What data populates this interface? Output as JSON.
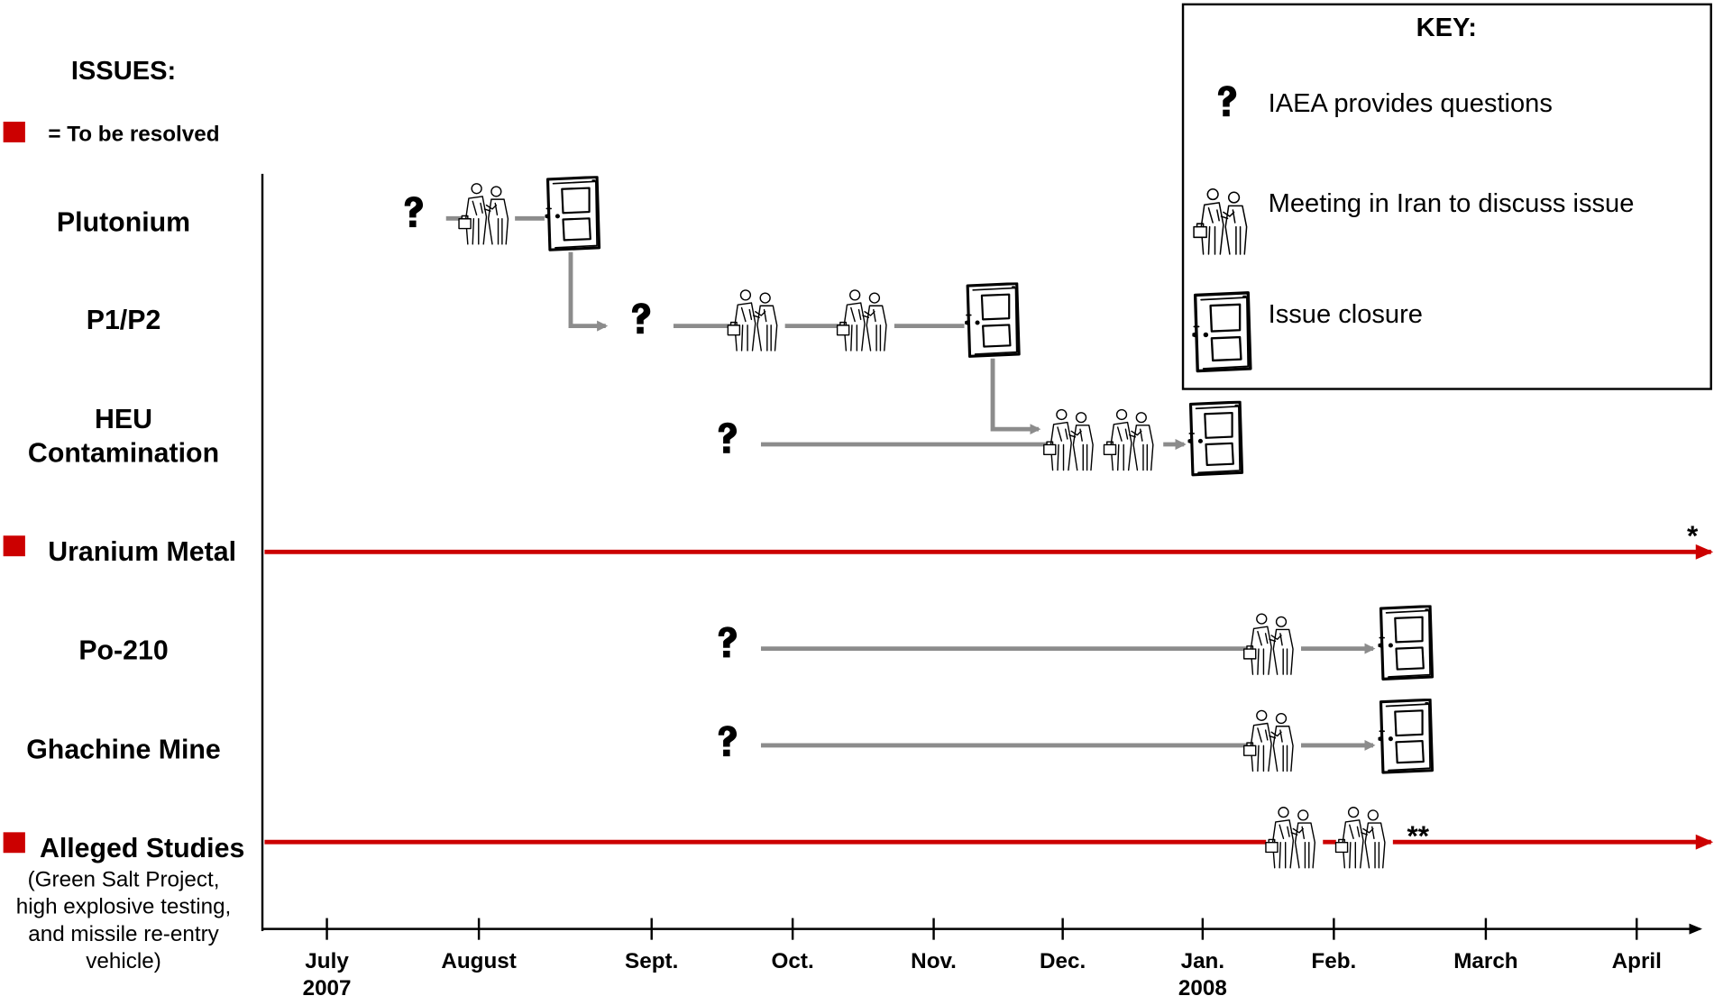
{
  "issues_header": "ISSUES:",
  "legend_note": "= To be resolved",
  "colors": {
    "resolved_line": "#8c8c8c",
    "unresolved_line": "#cc0000",
    "marker": "#cc0000",
    "axis": "#000000"
  },
  "issues": [
    {
      "id": "plutonium",
      "lines": [
        "Plutonium"
      ],
      "to_be_resolved": false
    },
    {
      "id": "p1p2",
      "lines": [
        "P1/P2"
      ],
      "to_be_resolved": false
    },
    {
      "id": "heu",
      "lines": [
        "HEU",
        "Contamination"
      ],
      "to_be_resolved": false
    },
    {
      "id": "uranium",
      "lines": [
        "Uranium Metal"
      ],
      "to_be_resolved": true,
      "end_note": "*"
    },
    {
      "id": "po210",
      "lines": [
        "Po-210"
      ],
      "to_be_resolved": false
    },
    {
      "id": "ghachine",
      "lines": [
        "Ghachine Mine"
      ],
      "to_be_resolved": false
    },
    {
      "id": "alleged",
      "lines": [
        "Alleged Studies"
      ],
      "to_be_resolved": true,
      "end_note": "**",
      "sub_lines": [
        "(Green Salt Project,",
        "high explosive testing,",
        "and missile re-entry",
        "vehicle)"
      ]
    }
  ],
  "months": [
    {
      "label": "July",
      "year": "2007"
    },
    {
      "label": "August",
      "year": ""
    },
    {
      "label": "Sept.",
      "year": ""
    },
    {
      "label": "Oct.",
      "year": ""
    },
    {
      "label": "Nov.",
      "year": ""
    },
    {
      "label": "Dec.",
      "year": ""
    },
    {
      "label": "Jan.",
      "year": "2008"
    },
    {
      "label": "Feb.",
      "year": ""
    },
    {
      "label": "March",
      "year": ""
    },
    {
      "label": "April",
      "year": ""
    }
  ],
  "key": {
    "title": "KEY:",
    "items": [
      {
        "icon": "question-mark-icon",
        "label": "IAEA provides questions"
      },
      {
        "icon": "meeting-icon",
        "label": "Meeting in Iran to discuss issue"
      },
      {
        "icon": "door-icon",
        "label": "Issue closure"
      }
    ]
  }
}
